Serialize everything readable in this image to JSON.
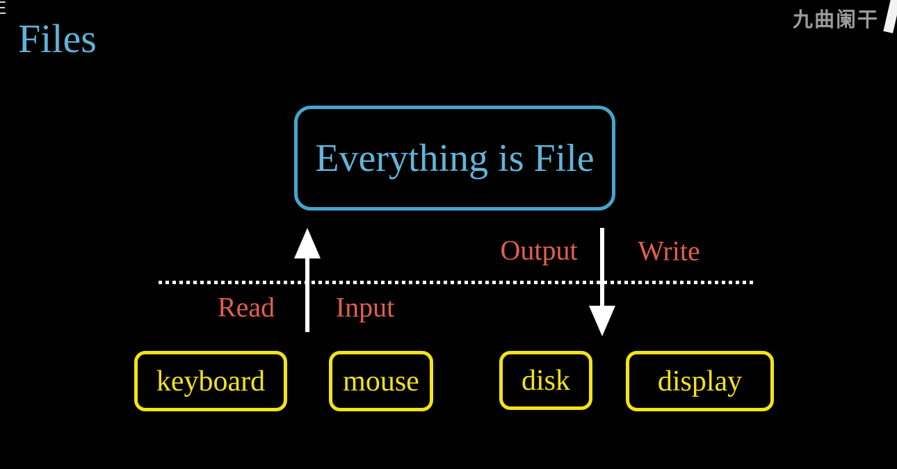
{
  "page": {
    "background": "#000000"
  },
  "title": {
    "text": "Files",
    "color": "#5fb2d8"
  },
  "watermark": {
    "text": "九曲阑干",
    "color": "#9b9b9b",
    "partial_glyph": "E"
  },
  "diagram": {
    "main_box": {
      "label": "Everything is File",
      "border_color": "#45a6cd",
      "text_color": "#62b4d8"
    },
    "boundary": {
      "style": "dotted",
      "color": "#ffffff"
    },
    "arrows": [
      {
        "name": "input-arrow",
        "direction": "up",
        "color": "#ffffff"
      },
      {
        "name": "output-arrow",
        "direction": "down",
        "color": "#ffffff"
      }
    ],
    "labels": {
      "read": "Read",
      "input": "Input",
      "output": "Output",
      "write": "Write",
      "color": "#e2604c"
    },
    "devices": [
      {
        "label": "keyboard"
      },
      {
        "label": "mouse"
      },
      {
        "label": "disk"
      },
      {
        "label": "display"
      }
    ],
    "device_style": {
      "border_color": "#f3e318",
      "text_color": "#f3e318"
    }
  }
}
